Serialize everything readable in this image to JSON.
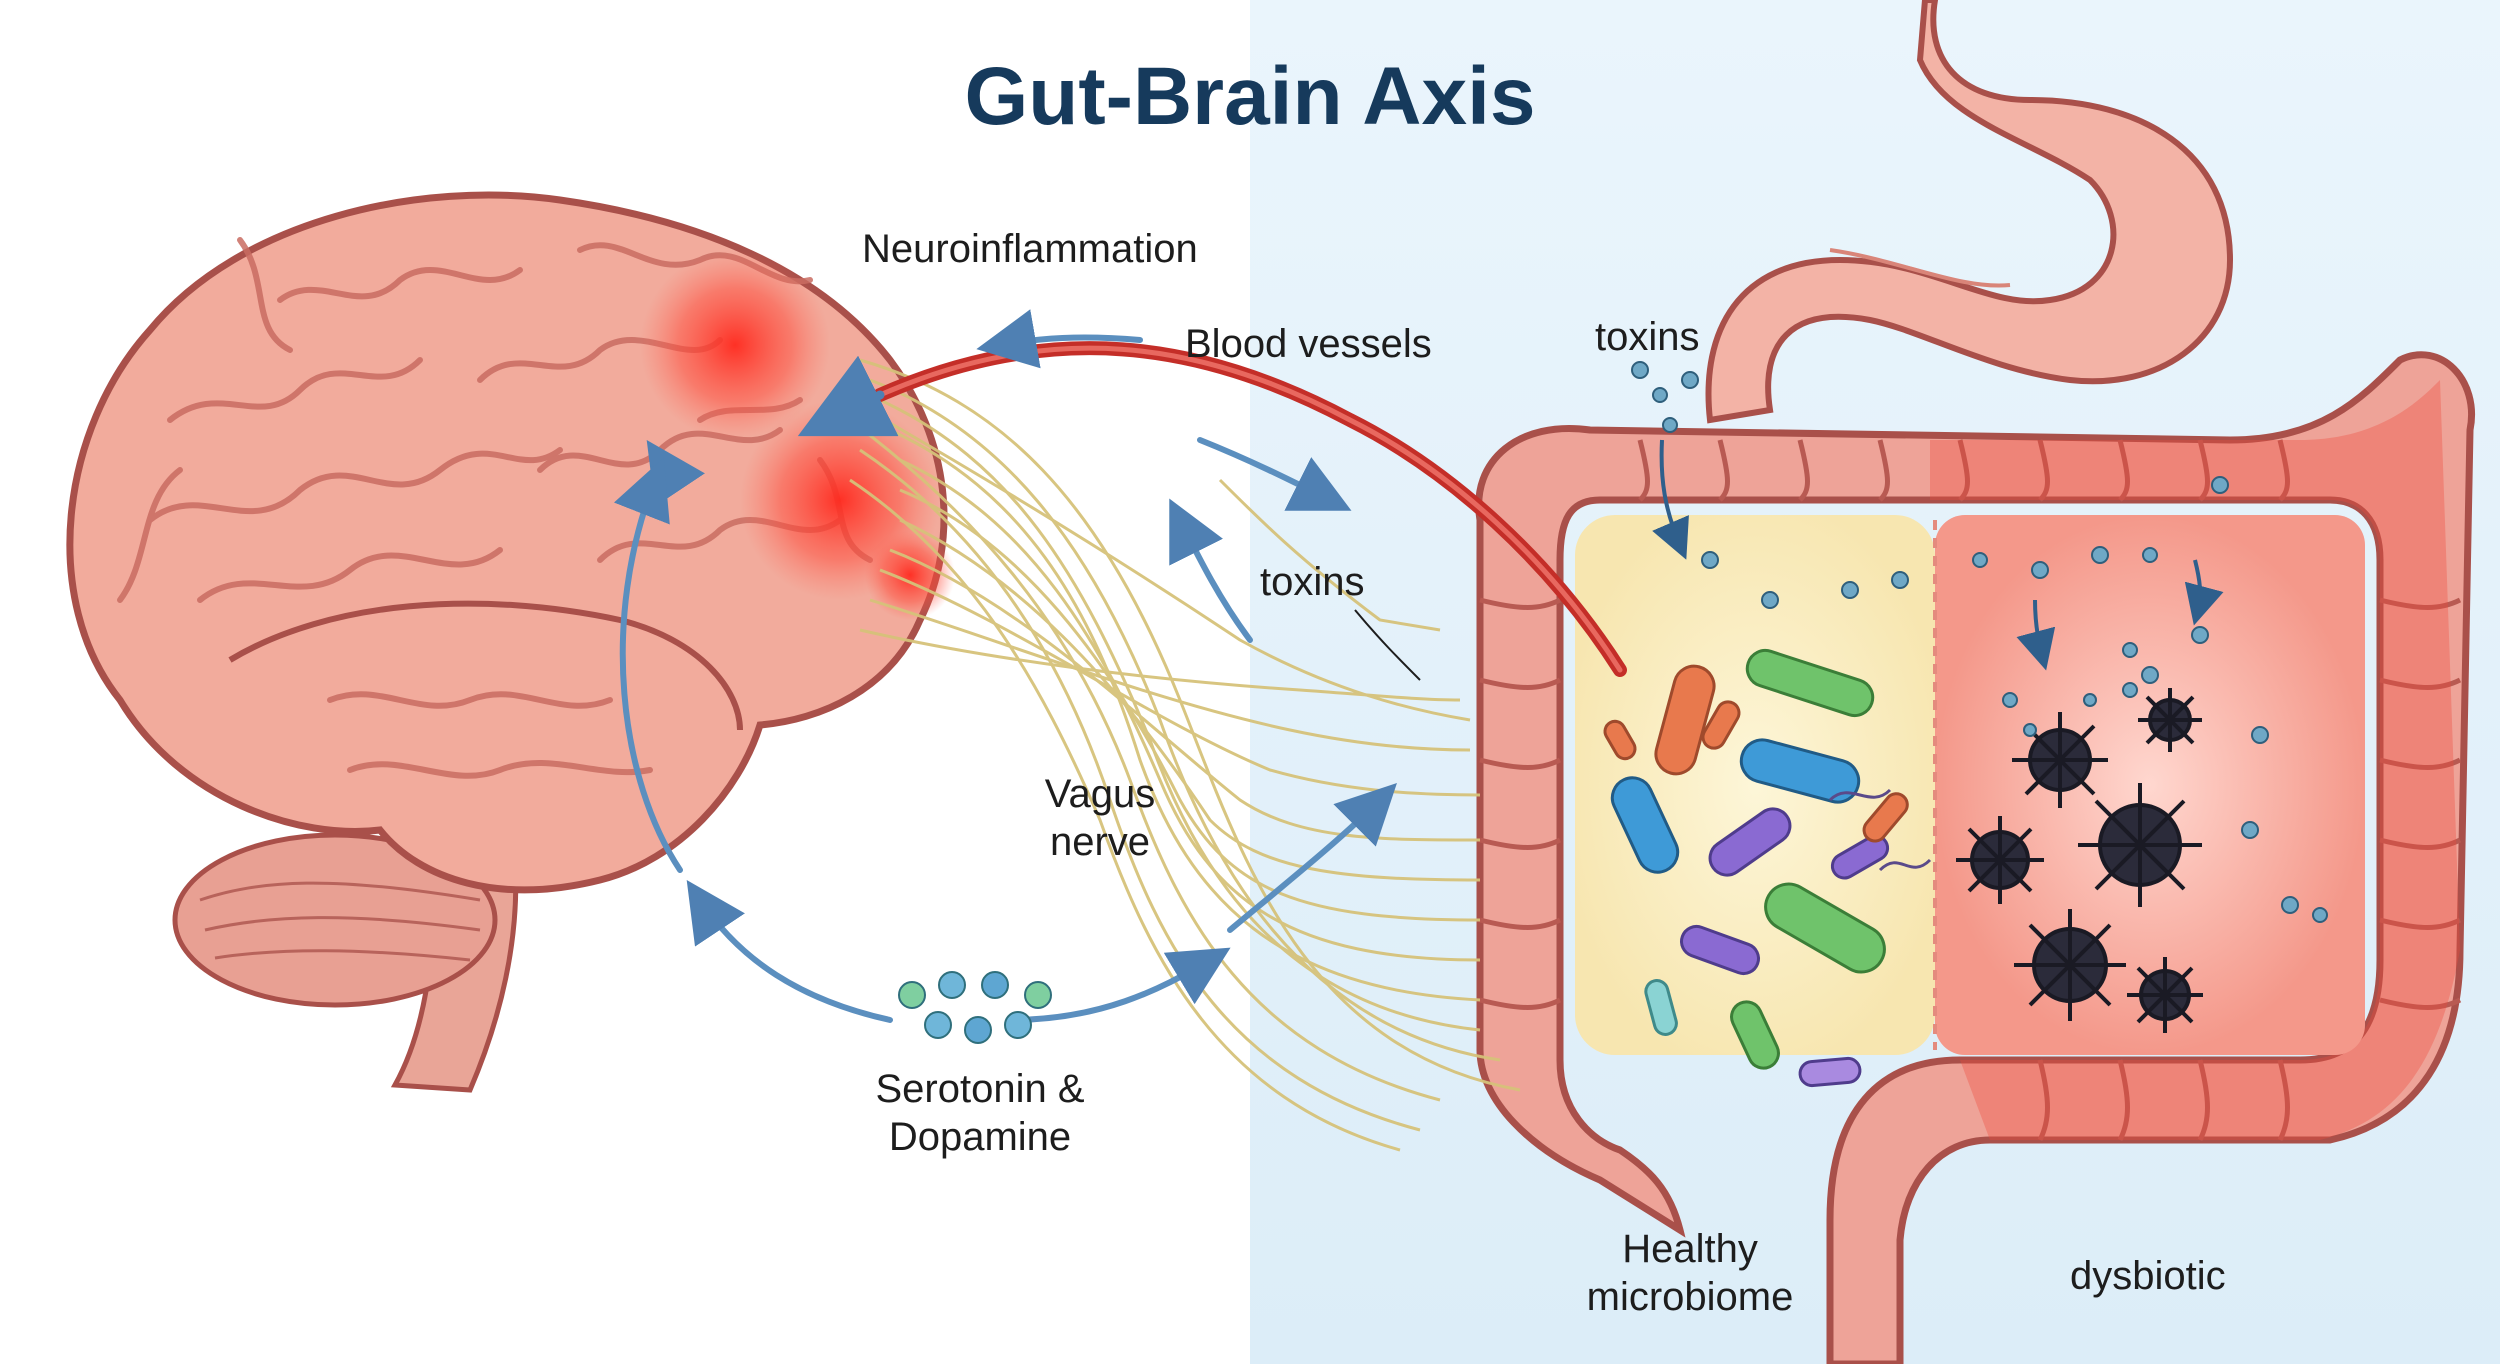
{
  "title": "Gut-Brain Axis",
  "labels": {
    "neuroinflammation": "Neuroinflammation",
    "blood_vessels": "Blood vessels",
    "toxins_top": "toxins",
    "toxins_mid": "toxins",
    "vagus_nerve_line1": "Vagus",
    "vagus_nerve_line2": "nerve",
    "serotonin_line1": "Serotonin &",
    "serotonin_line2": "Dopamine",
    "healthy_line1": "Healthy",
    "healthy_line2": "microbiome",
    "dysbiotic": "dysbiotic"
  },
  "colors": {
    "title": "#163a5c",
    "brain": "#f2a99a",
    "brain_outline": "#a9504a",
    "inflammation": "#ff2a1f",
    "intestine": "#eea398",
    "arrow": "#5b8fbf",
    "nerve": "#d8c57a",
    "blood_vessel": "#c9302c",
    "background_right": "#e3f1fa"
  }
}
